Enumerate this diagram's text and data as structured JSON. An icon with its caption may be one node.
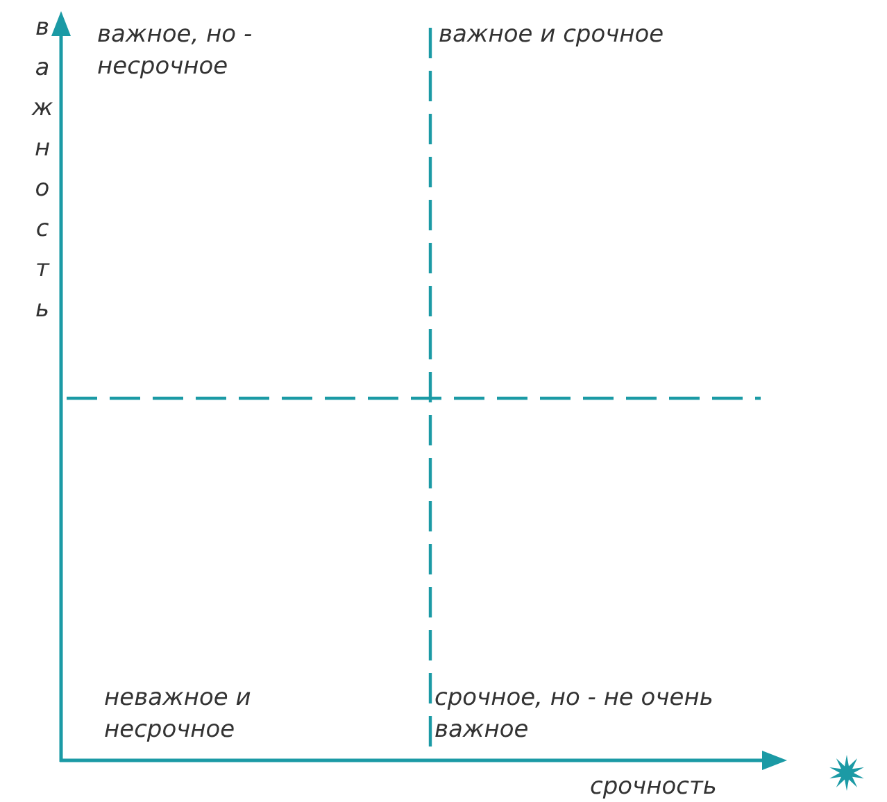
{
  "diagram": {
    "labels": [
      "важность",
      "важное, но - несрочное",
      "важное и срочное",
      "неважное и несрочное",
      "срочное, но - не очень важное",
      "срочность"
    ]
  }
}
